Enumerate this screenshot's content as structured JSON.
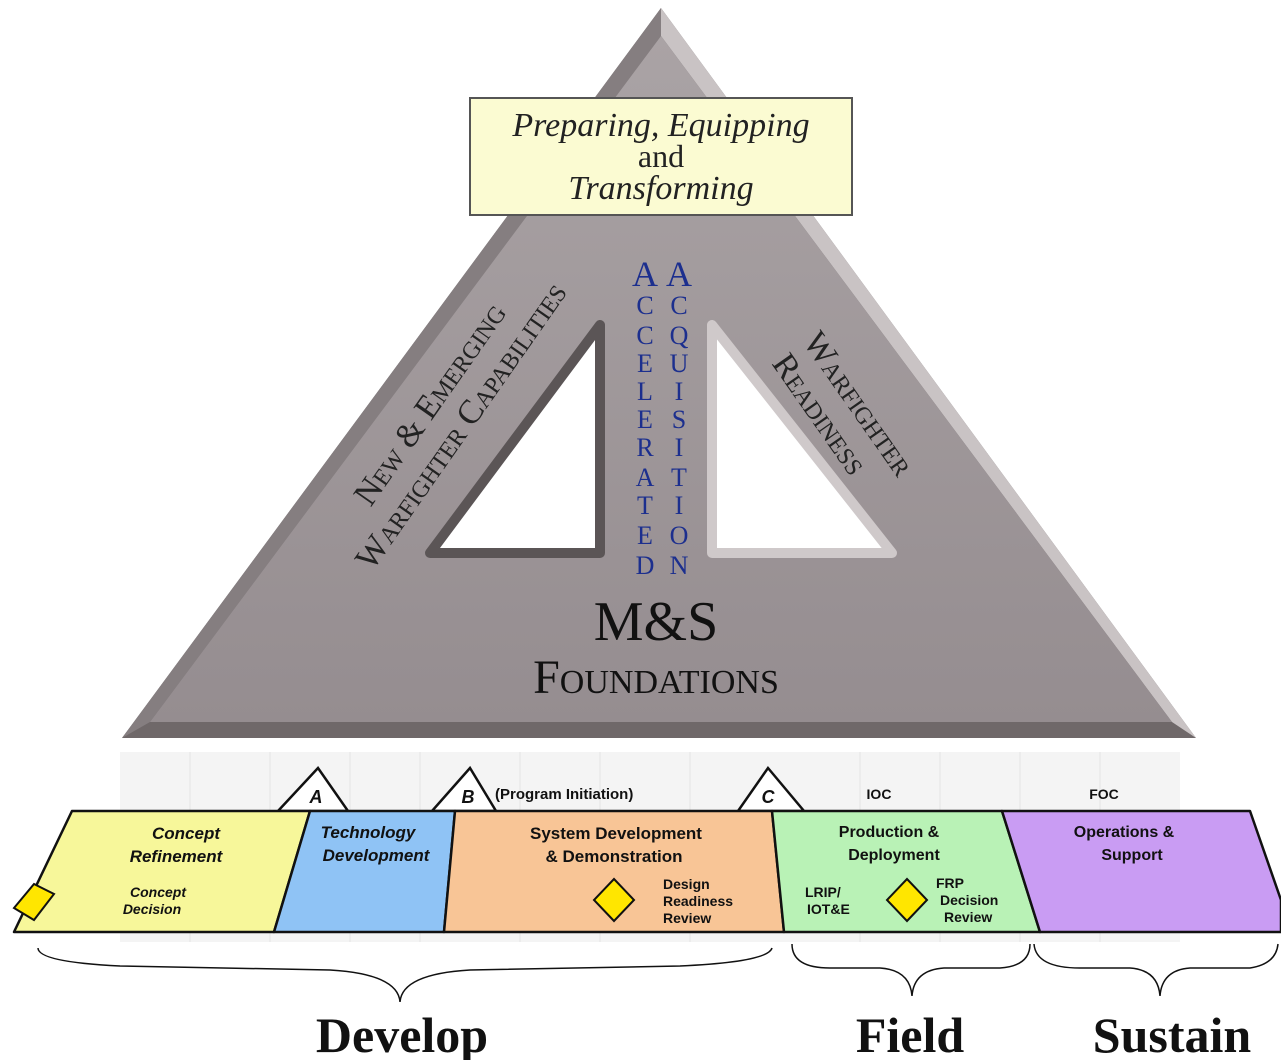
{
  "title_box": {
    "line1": "Preparing, Equipping",
    "line2": "and",
    "line3": "Transforming"
  },
  "pillars": {
    "left_line1": "New & Emerging",
    "left_line2": "Warfighter Capabilities",
    "right_line1": "Warfighter",
    "right_line2": "Readiness",
    "center_left_letters": [
      "A",
      "C",
      "C",
      "E",
      "L",
      "E",
      "R",
      "A",
      "T",
      "E",
      "D"
    ],
    "center_right_letters": [
      "A",
      "C",
      "Q",
      "U",
      "I",
      "S",
      "I",
      "T",
      "I",
      "O",
      "N"
    ]
  },
  "base": {
    "line1": "M&S",
    "line2": "Foundations"
  },
  "milestones": {
    "a": "A",
    "b": "B",
    "b_note": "(Program Initiation)",
    "c": "C",
    "ioc": "IOC",
    "foc": "FOC"
  },
  "phases": [
    {
      "line1": "Concept",
      "line2": "Refinement",
      "color": "#f7f79a"
    },
    {
      "line1": "Technology",
      "line2": "Development",
      "color": "#8fc3f5"
    },
    {
      "line1": "System Development",
      "line2": "& Demonstration",
      "color": "#f8c596"
    },
    {
      "line1": "Production &",
      "line2": "Deployment",
      "color": "#b9f2b6"
    },
    {
      "line1": "Operations &",
      "line2": "Support",
      "color": "#c99cf3"
    }
  ],
  "decisions": {
    "concept_line1": "Concept",
    "concept_line2": "Decision",
    "design_line1": "Design",
    "design_line2": "Readiness",
    "design_line3": "Review",
    "lrip_line1": "LRIP/",
    "lrip_line2": "IOT&E",
    "frp_line1": "FRP",
    "frp_line2": "Decision",
    "frp_line3": "Review"
  },
  "brackets": {
    "develop": "Develop",
    "field": "Field",
    "sustain": "Sustain"
  },
  "colors": {
    "triangle": "#9d9597",
    "text_blue": "#1c2f8e",
    "title_box": "#fbfbd2",
    "diamond": "#ffe600"
  }
}
